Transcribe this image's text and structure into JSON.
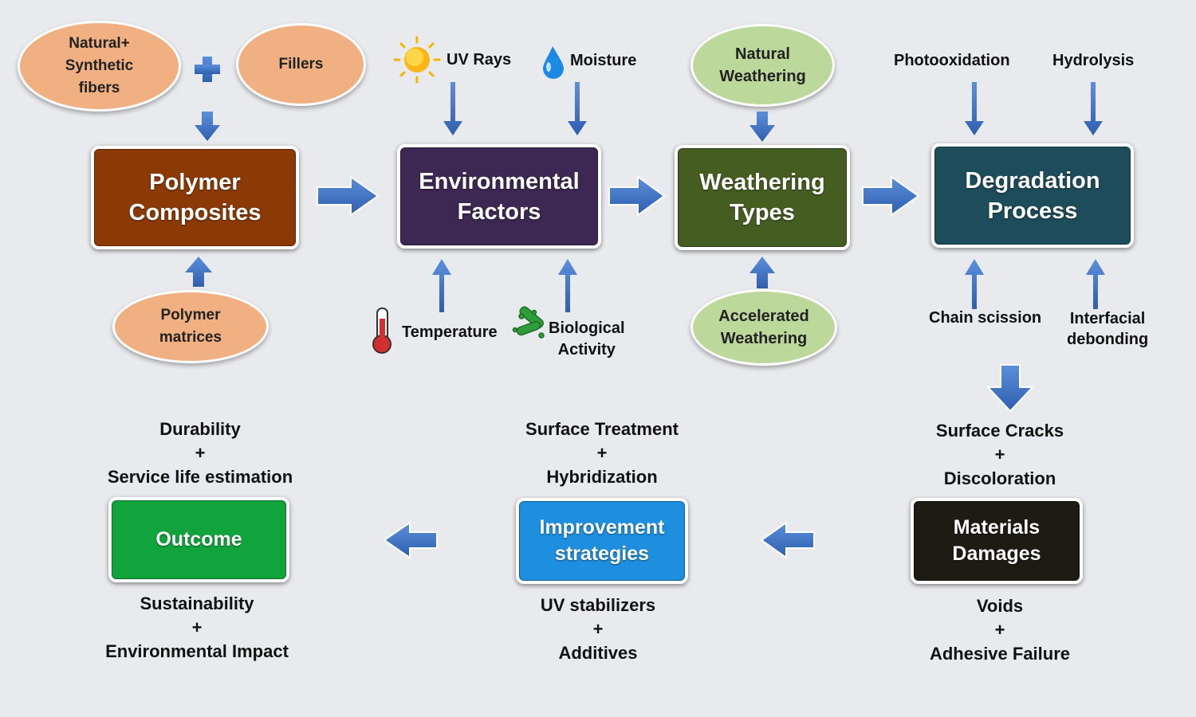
{
  "boxes": {
    "polymer_composites": "Polymer\nComposites",
    "environmental_factors": "Environmental\nFactors",
    "weathering_types": "Weathering\nTypes",
    "degradation_process": "Degradation\nProcess",
    "materials_damages": "Materials\nDamages",
    "improvement_strategies": "Improvement\nstrategies",
    "outcome": "Outcome"
  },
  "inputs": {
    "natural_synthetic_fibers": "Natural+\nSynthetic\nfibers",
    "fillers": "Fillers",
    "polymer_matrices": "Polymer\nmatrices",
    "uv_rays": "UV Rays",
    "moisture": "Moisture",
    "temperature": "Temperature",
    "biological_activity": "Biological\nActivity",
    "natural_weathering": "Natural\nWeathering",
    "accelerated_weathering": "Accelerated\nWeathering",
    "photooxidation": "Photooxidation",
    "hydrolysis": "Hydrolysis",
    "chain_scission": "Chain scission",
    "interfacial_debonding": "Interfacial\ndebonding"
  },
  "groups": {
    "damage_top": [
      "Surface Cracks",
      "+",
      "Discoloration"
    ],
    "damage_bottom": [
      "Voids",
      "+",
      "Adhesive Failure"
    ],
    "improve_top": [
      "Surface Treatment",
      "+",
      "Hybridization"
    ],
    "improve_bottom": [
      "UV stabilizers",
      "+",
      "Additives"
    ],
    "outcome_top": [
      "Durability",
      "+",
      "Service life estimation"
    ],
    "outcome_bottom": [
      "Sustainability",
      "+",
      "Environmental Impact"
    ]
  },
  "plus_symbol": "+",
  "colors": {
    "polymer_composites": "#8b3a06",
    "environmental_factors": "#3c2852",
    "weathering_types": "#465d22",
    "degradation_process": "#1d4d5a",
    "materials_damages": "#1e1b12",
    "improvement_strategies": "#1e8fde",
    "outcome": "#12a43c",
    "arrow": "#3f6fc0"
  },
  "icons": [
    "sun-icon",
    "water-drop-icon",
    "thermometer-icon",
    "bacteria-icon",
    "plus-icon"
  ]
}
